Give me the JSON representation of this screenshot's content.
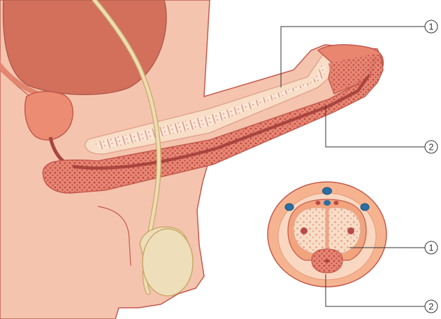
{
  "callouts": {
    "top_right": "1",
    "middle_right": "2",
    "lower_right": "1",
    "bottom_right": "2"
  },
  "colors": {
    "skin": "#f5c4ae",
    "skin_outline": "#c35a4e",
    "organ_dark": "#d2705c",
    "organ_mid": "#e8866f",
    "spongy_tissue": "#e58775",
    "spongy_dots": "#c4473c",
    "cavernous_tissue": "#f8ddc7",
    "cavernous_dots": "#e8a993",
    "urethra": "#a8453f",
    "duct": "#eedcb4",
    "testis": "#eedfba",
    "vessel_blue": "#2a6fa4",
    "callout_line": "#333333"
  },
  "icons": [
    "circled-number-1",
    "circled-number-2"
  ]
}
